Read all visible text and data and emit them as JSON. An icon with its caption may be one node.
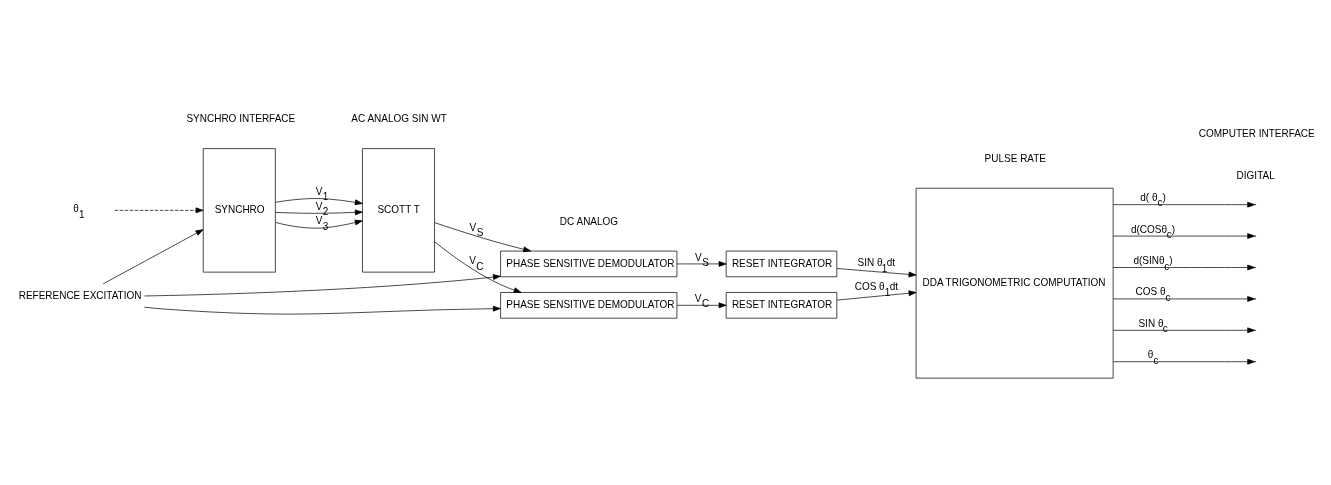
{
  "diagram": {
    "nodes": [
      {
        "text": [
          "SYNCHRO"
        ]
      },
      {
        "text": [
          "SCOTT T"
        ]
      },
      {
        "text": [
          "PHASE SENSITIVE DEMODULATOR"
        ]
      },
      {
        "text": [
          "PHASE SENSITIVE DEMODULATOR"
        ]
      },
      {
        "text": [
          "RESET INTEGRATOR"
        ]
      },
      {
        "text": [
          "RESET INTEGRATOR"
        ]
      },
      {
        "text": [
          "DDA TRIGONOMETRIC COMPUTATION"
        ]
      },
      {
        "text": [
          "REFERENCE EXCITATION"
        ]
      },
      {
        "text": [
          "θ$_{1}$"
        ]
      }
    ],
    "edges": [
      {
        "from": 7,
        "to": 0,
        "arrow": "to"
      },
      {
        "from": 7,
        "to": 2,
        "arrow": "to"
      },
      {
        "from": 7,
        "to": 3,
        "arrow": "to"
      },
      {
        "from": 8,
        "to": 0,
        "arrow": "to",
        "style": "dashed"
      },
      {
        "from": 0,
        "to": 1,
        "arrow": "to",
        "label": "V$_{1}$"
      },
      {
        "from": 0,
        "to": 1,
        "arrow": "to",
        "label": "V$_{2}$"
      },
      {
        "from": 0,
        "to": 1,
        "arrow": "to",
        "label": "V$_{3}$"
      },
      {
        "from": 1,
        "to": 2,
        "arrow": "to",
        "label": "V$_{S}$"
      },
      {
        "from": 1,
        "to": 3,
        "arrow": "to",
        "label": "V$_{C}$"
      },
      {
        "from": 2,
        "to": 4,
        "arrow": "to",
        "label": "V$_{S}$"
      },
      {
        "from": 3,
        "to": 5,
        "arrow": "to",
        "label": "V$_{C}$"
      },
      {
        "from": 4,
        "to": 6,
        "arrow": "to",
        "label": "SIN θ$_{1}$dt"
      },
      {
        "from": 5,
        "to": 6,
        "arrow": "to",
        "label": "COS θ$_{1}$dt"
      },
      {
        "from": 6,
        "to": null,
        "arrow": "to",
        "label": "d( θ$_{c}$)"
      },
      {
        "from": 6,
        "to": null,
        "arrow": "to",
        "label": "d(COSθ$_{c}$)"
      },
      {
        "from": 6,
        "to": null,
        "arrow": "to",
        "label": "d(SINθ$_{c}$)"
      },
      {
        "from": 6,
        "to": null,
        "arrow": "to",
        "label": "COS θ$_{c}$"
      },
      {
        "from": 6,
        "to": null,
        "arrow": "to",
        "label": "SIN θ$_{c}$"
      },
      {
        "from": 6,
        "to": null,
        "arrow": "to",
        "label": "θ$_{c}$"
      }
    ],
    "labels": [
      "AC ANALOG SIN WT",
      "DC ANALOG",
      "PULSE RATE",
      "DIGITAL",
      "SYNCHRO INTERFACE",
      "COMPUTER INTERFACE"
    ]
  }
}
